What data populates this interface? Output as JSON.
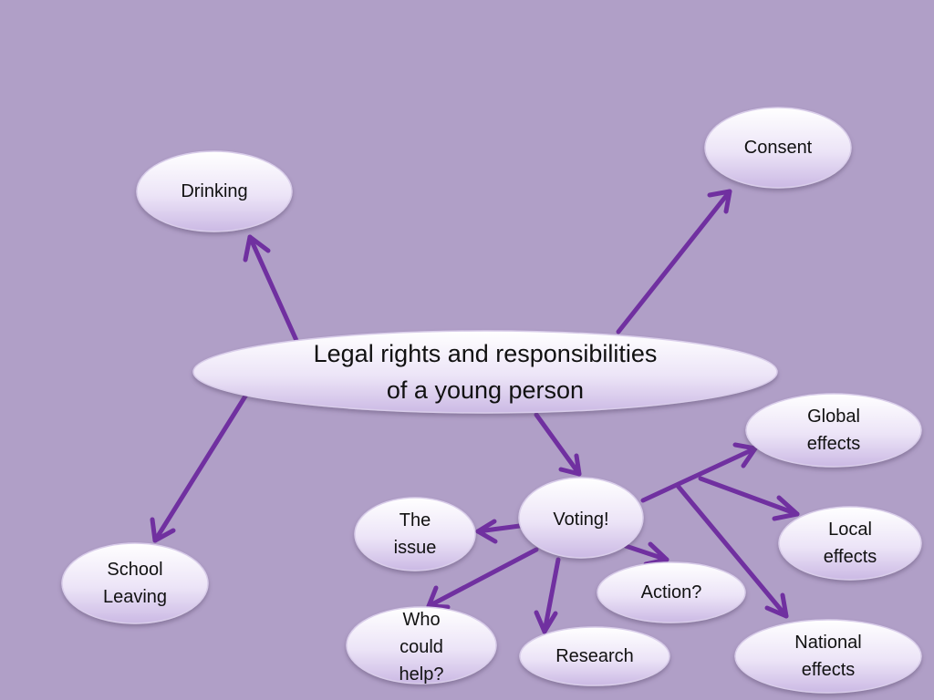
{
  "central_topic": "Legal rights and responsibilities\nof a young person",
  "nodes": {
    "drinking": "Drinking",
    "consent": "Consent",
    "school_leaving": "School\nLeaving",
    "voting": "Voting!",
    "the_issue": "The\nissue",
    "who_could_help": "Who\ncould\nhelp?",
    "research": "Research",
    "action": "Action?",
    "global_effects": "Global\neffects",
    "local_effects": "Local\neffects",
    "national_effects": "National\neffects"
  },
  "colors": {
    "background": "#b09fc7",
    "arrow": "#7030a0",
    "bubble_light": "#ffffff",
    "bubble_dark": "#cbb9e4"
  }
}
